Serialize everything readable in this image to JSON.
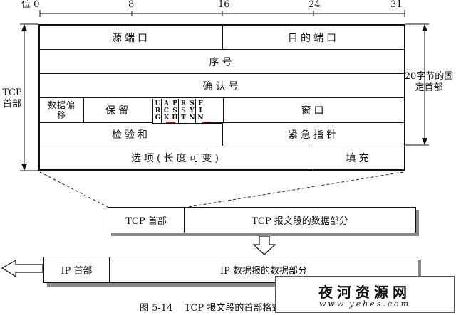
{
  "bits": {
    "b0": "位 0",
    "b8": "8",
    "b16": "16",
    "b24": "24",
    "b31": "31"
  },
  "header": {
    "src_port": "源端口",
    "dst_port": "目的端口",
    "seq": "序号",
    "ack": "确认号",
    "offset": "数据偏移",
    "reserved": "保留",
    "flags": [
      "URG",
      "ACK",
      "PSH",
      "RST",
      "SYN",
      "FIN"
    ],
    "window": "窗口",
    "checksum": "检验和",
    "urgent": "紧急指针",
    "options": "选项(长度可变)",
    "padding": "填充"
  },
  "side": {
    "left": "TCP首部",
    "right": "20字节的固定首部"
  },
  "segment": {
    "header": "TCP 首部",
    "data": "TCP 报文段的数据部分"
  },
  "ip": {
    "header": "IP 首部",
    "data": "IP 数据报的数据部分"
  },
  "caption": "图 5-14    TCP 报文段的首部格式",
  "watermark": {
    "name": "夜河资源网",
    "url": "www.yehes.com"
  },
  "colors": {
    "underline": "#d40000",
    "line": "#111111"
  }
}
